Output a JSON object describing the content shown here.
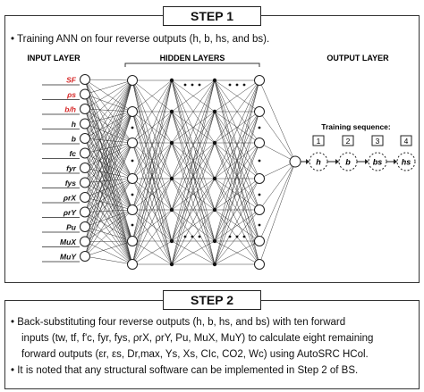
{
  "step1": {
    "title": "STEP 1",
    "bullet": "Training ANN on four reverse outputs (h, b, hs, and bs)."
  },
  "diagram": {
    "input_layer_label": "INPUT LAYER",
    "hidden_layers_label": "HIDDEN LAYERS",
    "output_layer_label": "OUTPUT LAYER",
    "inputs": [
      "SF",
      "ρs",
      "b/h",
      "h",
      "b",
      "fc",
      "fyr",
      "fys",
      "ρrX",
      "ρrY",
      "Pu",
      "MuX",
      "MuY"
    ],
    "highlight_color": "#d62828",
    "training_sequence_label": "Training sequence:",
    "sequence_numbers": [
      "1",
      "2",
      "3",
      "4"
    ],
    "outputs": [
      "h",
      "b",
      "bs",
      "hs"
    ]
  },
  "step2": {
    "title": "STEP 2",
    "lines": [
      "Back-substituting four reverse outputs (h, b, hs, and bs) with ten forward",
      "inputs (tw, tf, f'c, fyr, fys, ρrX, ρrY, Pu, MuX, MuY) to calculate eight remaining",
      "forward outputs (εr, εs, Dr,max, Ys, Xs, CIc, CO2, Wc) using AutoSRC HCol.",
      "It is noted that any structural software can be implemented in Step 2 of BS."
    ]
  }
}
